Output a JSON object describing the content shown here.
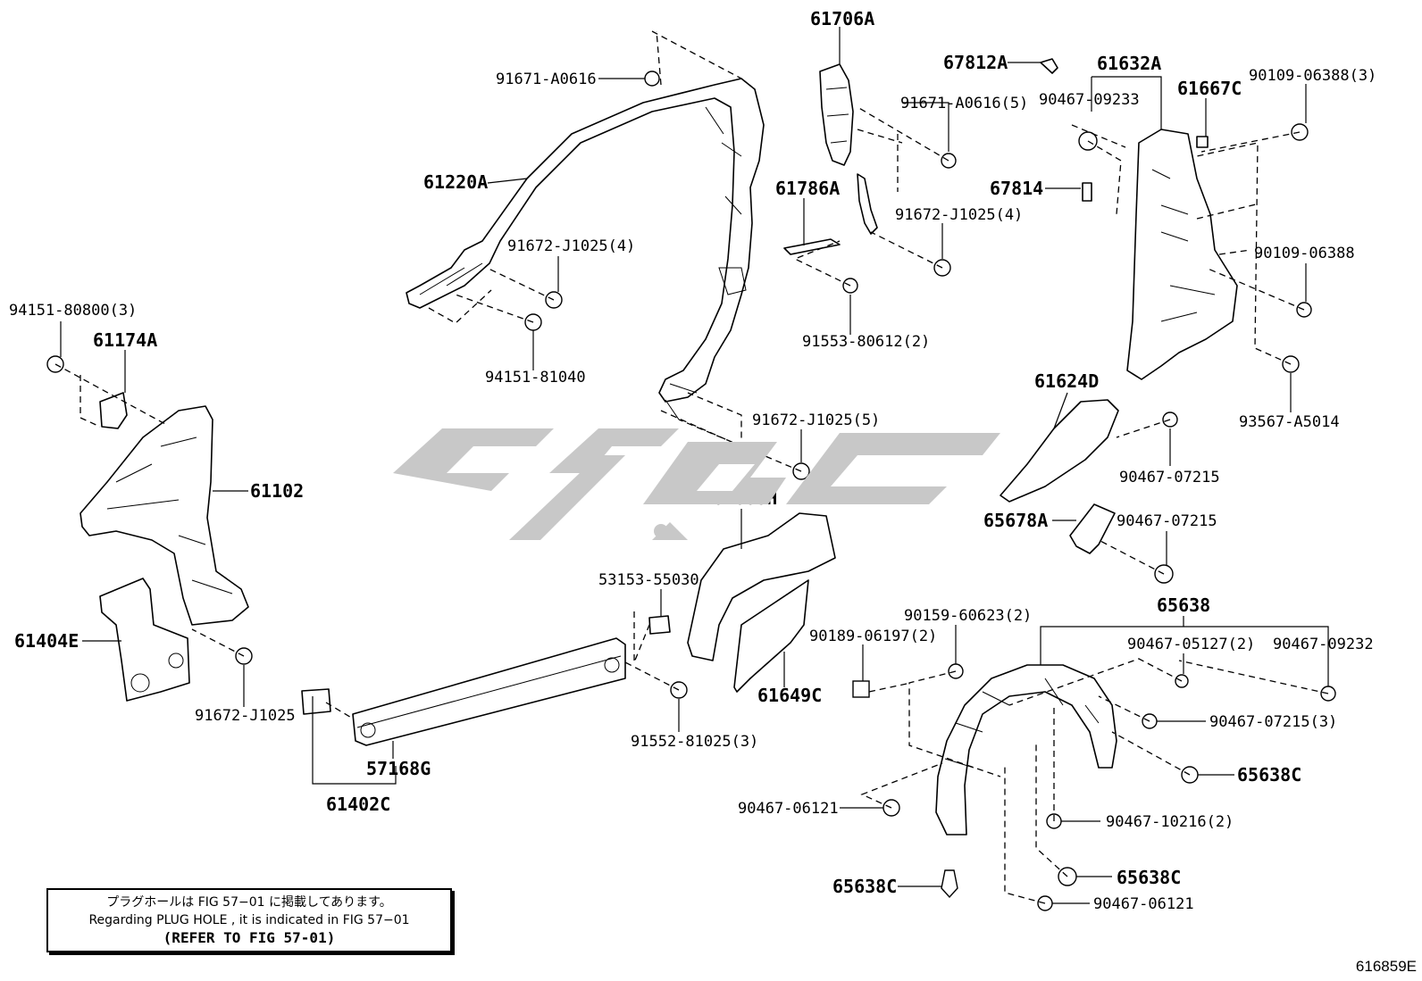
{
  "labels": {
    "p61706A": "61706A",
    "p67812A": "67812A",
    "p61632A": "61632A",
    "p61667C": "61667C",
    "p90109_06388_3": "90109-06388(3)",
    "p91671_A0616": "91671-A0616",
    "p91671_A0616_5": "91671-A0616(5)",
    "p90467_09233": "90467-09233",
    "p61220A": "61220A",
    "p67814": "67814",
    "p61786A": "61786A",
    "p91672_J1025_4a": "91672-J1025(4)",
    "p91672_J1025_4b": "91672-J1025(4)",
    "p90109_06388": "90109-06388",
    "p94151_80800_3": "94151-80800(3)",
    "p61174A": "61174A",
    "p91553_80612_2": "91553-80612(2)",
    "p94151_81040": "94151-81040",
    "p61624D": "61624D",
    "p93567_A5014": "93567-A5014",
    "p91672_J1025_5": "91672-J1025(5)",
    "p61102": "61102",
    "p90467_07215_a": "90467-07215",
    "p61608H": "61608H",
    "p65678A": "65678A",
    "p90467_07215_b": "90467-07215",
    "p53153_55030": "53153-55030",
    "p65638": "65638",
    "p90159_60623_2": "90159-60623(2)",
    "p90189_06197_2": "90189-06197(2)",
    "p90467_05127_2": "90467-05127(2)",
    "p90467_09232": "90467-09232",
    "p61404E": "61404E",
    "p61649C": "61649C",
    "p90467_07215_3": "90467-07215(3)",
    "p91672_J1025": "91672-J1025",
    "p91552_81025_3": "91552-81025(3)",
    "p57168G": "57168G",
    "p65638C_a": "65638C",
    "p61402C": "61402C",
    "p90467_06121_a": "90467-06121",
    "p90467_10216_2": "90467-10216(2)",
    "p65638C_b": "65638C",
    "p65638C_c": "65638C",
    "p90467_06121_b": "90467-06121"
  },
  "note": {
    "line1": "プラグホールは FIG 57−01 に掲載してあります。",
    "line2": "Regarding PLUG HOLE , it is indicated in FIG 57−01",
    "line3": "(REFER TO FIG 57-01)"
  },
  "figure_id": "616859E"
}
